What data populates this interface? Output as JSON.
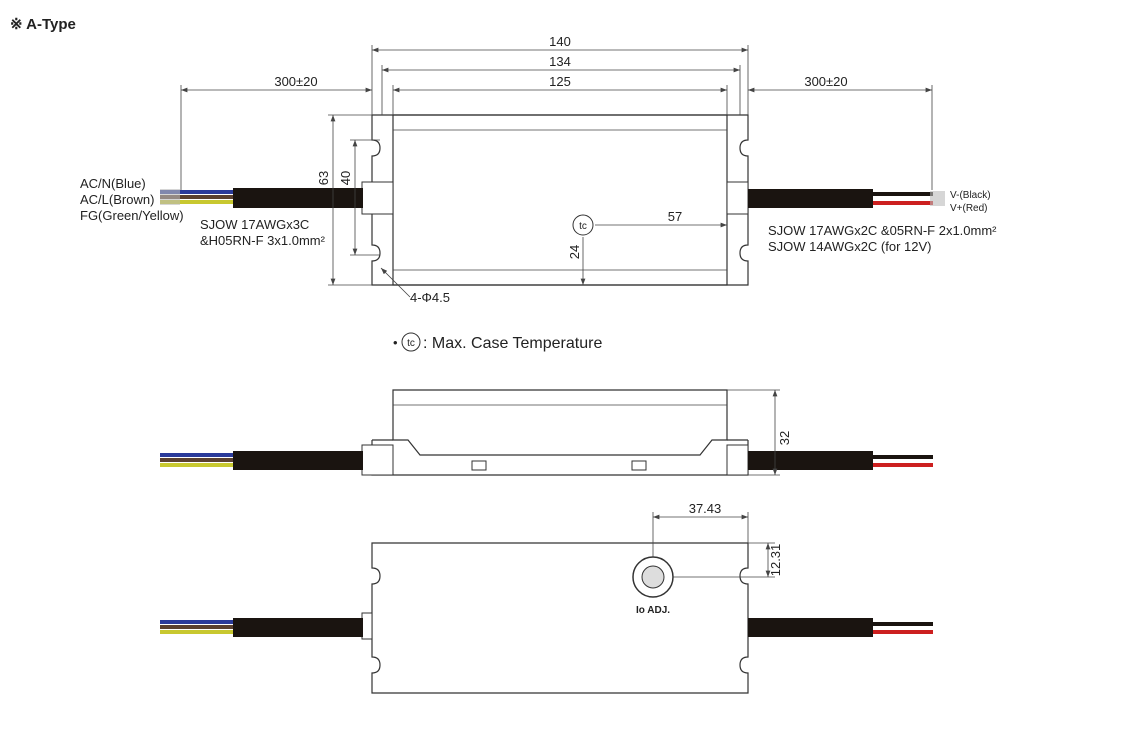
{
  "title": "※ A-Type",
  "top_view": {
    "dims": {
      "overall": "140",
      "mount": "134",
      "body": "125",
      "cable_left": "300±20",
      "cable_right": "300±20",
      "height": "63",
      "mount_h": "40",
      "tc_x": "57",
      "tc_y": "24",
      "holes": "4-Φ4.5"
    },
    "input_labels": [
      "AC/N(Blue)",
      "AC/L(Brown)",
      "FG(Green/Yellow)"
    ],
    "input_cable": [
      "SJOW 17AWGx3C",
      "&H05RN-F 3x1.0mm²"
    ],
    "output_labels": [
      "V-(Black)",
      "V+(Red)"
    ],
    "output_cable": [
      "SJOW 17AWGx2C &05RN-F 2x1.0mm²",
      "SJOW 14AWGx2C (for 12V)"
    ],
    "tc_symbol": "tc"
  },
  "legend": {
    "bullet": "•",
    "symbol": "tc",
    "text": ": Max. Case Temperature"
  },
  "side_view": {
    "height": "32"
  },
  "bottom_view": {
    "adj_x": "37.43",
    "adj_y": "12.31",
    "adj_label": "Io ADJ."
  },
  "colors": {
    "blue": "#2a3a9a",
    "brown": "#5a4030",
    "green_yellow": "#c8c830",
    "black": "#1a1410",
    "red": "#cc1f1f"
  }
}
